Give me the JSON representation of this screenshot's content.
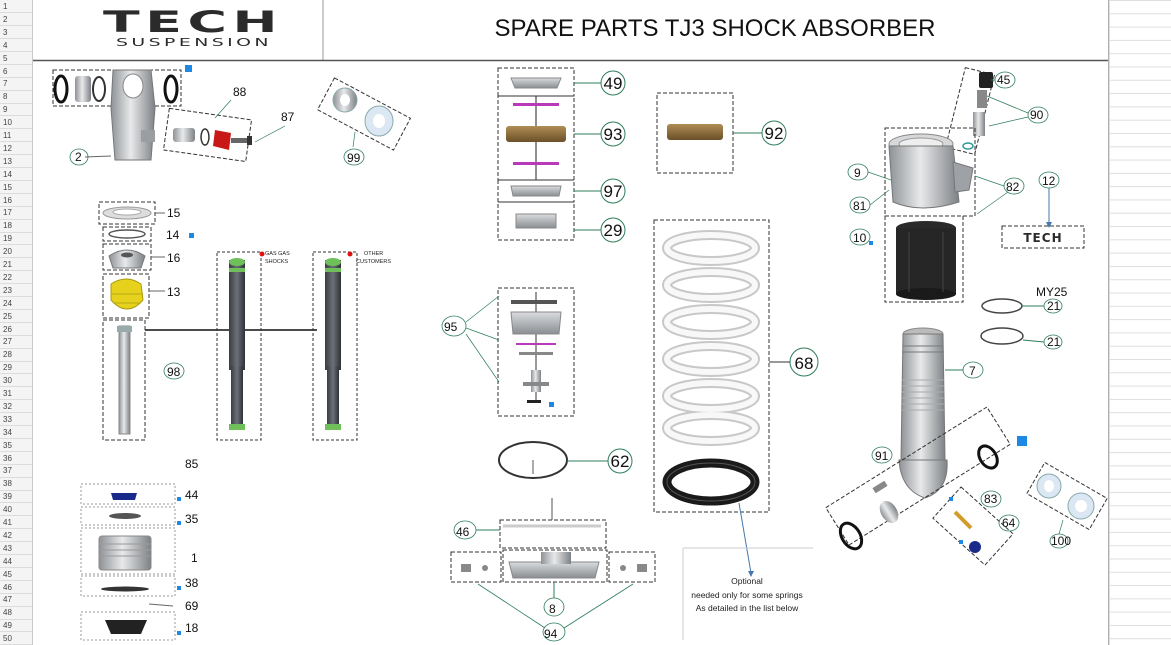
{
  "header": {
    "brand_main": "TECH",
    "brand_sub": "SUSPENSION",
    "title": "SPARE PARTS TJ3 SHOCK ABSORBER"
  },
  "row_numbers": [
    "1",
    "2",
    "3",
    "4",
    "5",
    "6",
    "7",
    "8",
    "9",
    "10",
    "11",
    "12",
    "13",
    "14",
    "15",
    "16",
    "17",
    "18",
    "19",
    "20",
    "21",
    "22",
    "23",
    "24",
    "25",
    "26",
    "27",
    "28",
    "29",
    "30",
    "31",
    "32",
    "33",
    "34",
    "35",
    "36",
    "37",
    "38",
    "39",
    "40",
    "41",
    "42",
    "43",
    "44",
    "45",
    "46",
    "47",
    "48",
    "49",
    "50"
  ],
  "callouts": {
    "p2": "2",
    "p88": "88",
    "p87": "87",
    "p99": "99",
    "p15": "15",
    "p14": "14",
    "p16": "16",
    "p13": "13",
    "p98": "98",
    "p85": "85",
    "p44": "44",
    "p35": "35",
    "p1": "1",
    "p38": "38",
    "p69": "69",
    "p18": "18",
    "p49": "49",
    "p93": "93",
    "p97": "97",
    "p29": "29",
    "p92": "92",
    "p95": "95",
    "p62": "62",
    "p46": "46",
    "p8": "8",
    "p94": "94",
    "p68": "68",
    "p45": "45",
    "p90": "90",
    "p9": "9",
    "p82": "82",
    "p12": "12",
    "p81": "81",
    "p10": "10",
    "p21a": "21",
    "p21b": "21",
    "my25": "MY25",
    "p7": "7",
    "p91": "91",
    "p83": "83",
    "p64": "64",
    "p100": "100"
  },
  "shock_labels": {
    "gasgas_1": "GAS GAS",
    "gasgas_2": "SHOCKS",
    "other_1": "OTHER",
    "other_2": "CUSTOMERS"
  },
  "logo_small": "TECH",
  "note": {
    "line1": "Optional",
    "line2": "needed only for some springs",
    "line3": "As detailed in the list below"
  },
  "colors": {
    "blue_marker": "#1e88e5",
    "red_dot": "#e01010",
    "cartridge_red": "#c81818",
    "bumper_yellow": "#e6d21c",
    "spacer_purple": "#b83ab8",
    "bronze": "#8a6a3a",
    "seal_blue": "#1a2a8a"
  }
}
